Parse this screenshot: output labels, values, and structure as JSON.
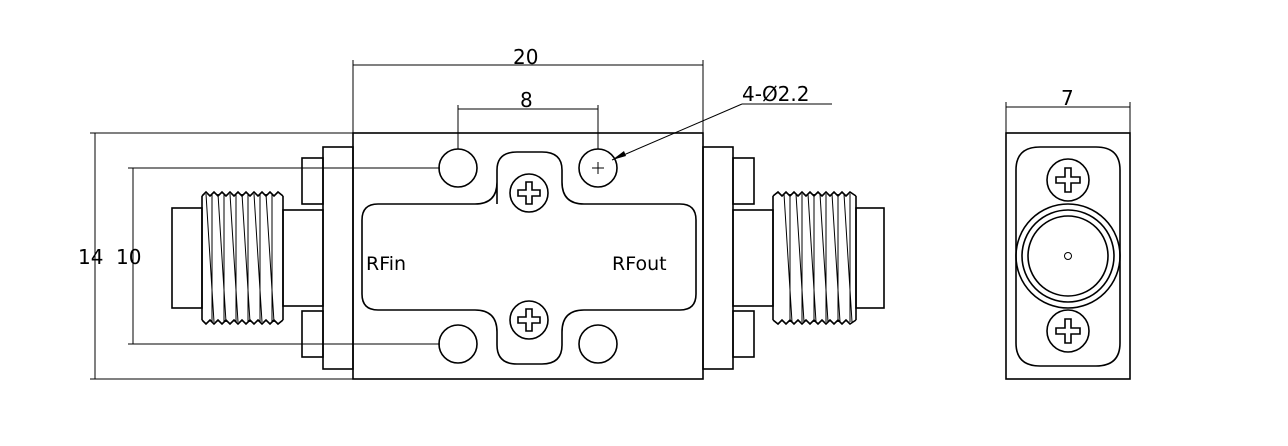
{
  "drawing": {
    "dimensions": {
      "body_width": "20",
      "hole_spacing": "8",
      "hole_callout": "4-Ø2.2",
      "body_height": "14",
      "hole_row_spacing": "10",
      "side_depth": "7"
    },
    "ports": {
      "input": "RFin",
      "output": "RFout"
    },
    "colors": {
      "line": "#000000",
      "background": "#ffffff"
    }
  }
}
